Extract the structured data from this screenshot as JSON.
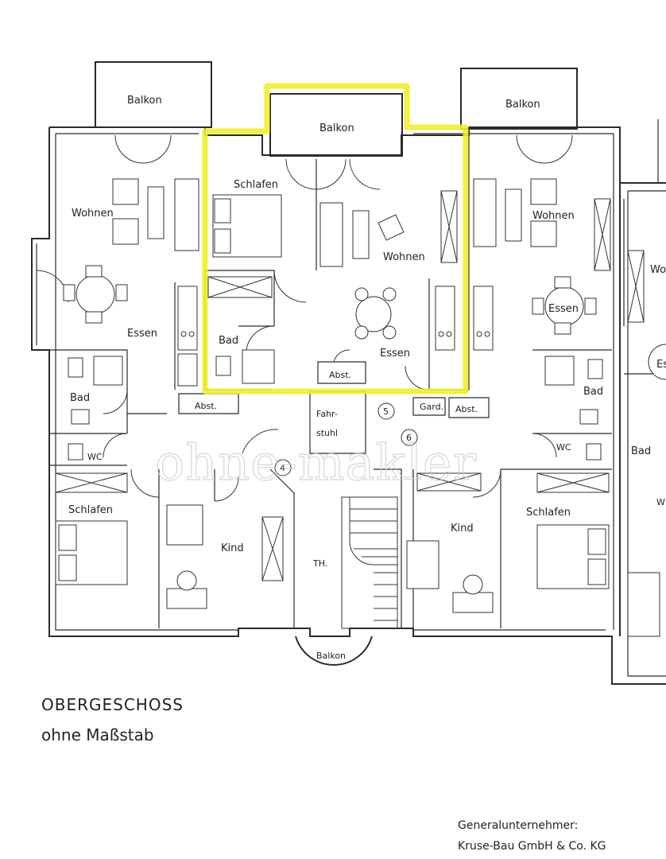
{
  "highlight_color": "#f2ee2a",
  "rooms": {
    "balkon_left": "Balkon",
    "balkon_center": "Balkon",
    "balkon_right": "Balkon",
    "balkon_bottom": "Balkon",
    "wohnen_left": "Wohnen",
    "essen_left": "Essen",
    "bad_left": "Bad",
    "wc_left": "WC",
    "abst_left": "Abst.",
    "schlafen_left": "Schlafen",
    "kind_left": "Kind",
    "schlafen_center": "Schlafen",
    "wohnen_center": "Wohnen",
    "essen_center": "Essen",
    "bad_center": "Bad",
    "abst_center": "Abst.",
    "fahrstuhl_1": "Fahr-",
    "fahrstuhl_2": "stuhl",
    "gard": "Gard.",
    "abst_right": "Abst.",
    "th": "TH.",
    "wohnen_right": "Wohnen",
    "essen_right": "Essen",
    "bad_right": "Bad",
    "wc_right": "WC",
    "schlafen_right": "Schlafen",
    "kind_right": "Kind",
    "wo_far_right": "Wo",
    "es_far_right": "Es",
    "bad_far_right": "Bad",
    "w_far_right": "W"
  },
  "markers": {
    "m4": "4",
    "m5": "5",
    "m6": "6"
  },
  "caption": {
    "title": "OBERGESCHOSS",
    "subtitle": "ohne Maßstab"
  },
  "contractor": {
    "line1": "Generalunternehmer:",
    "line2": "Kruse-Bau GmbH & Co. KG"
  },
  "watermark": "ohne-makler"
}
